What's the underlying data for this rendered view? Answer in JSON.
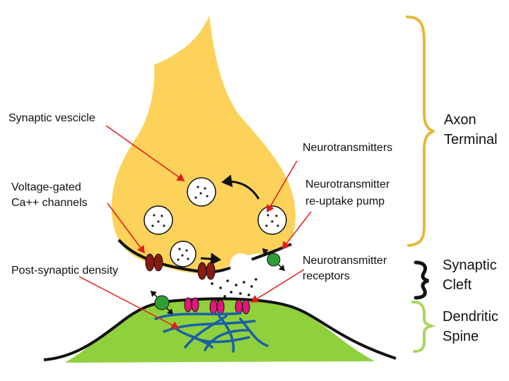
{
  "labels": {
    "synaptic_vesicle": "Synaptic vescicle",
    "voltage_gated_line1": "Voltage-gated",
    "voltage_gated_line2": "Ca++ channels",
    "post_synaptic_density": "Post-synaptic density",
    "neurotransmitters": "Neurotransmitters",
    "reuptake_line1": "Neurotransmitter",
    "reuptake_line2": "re-uptake pump",
    "receptors_line1": "Neurotransmitter",
    "receptors_line2": "receptors"
  },
  "brackets": {
    "axon_terminal_line1": "Axon",
    "axon_terminal_line2": "Terminal",
    "synaptic_cleft_line1": "Synaptic",
    "synaptic_cleft_line2": "Cleft",
    "dendritic_spine_line1": "Dendritic",
    "dendritic_spine_line2": "Spine"
  },
  "colors": {
    "axon_fill": "#fdd25a",
    "spine_fill": "#8fd13c",
    "bracket_axon": "#e8b73a",
    "bracket_cleft": "#111111",
    "bracket_spine": "#a7d85d",
    "arrow_red": "#e21b1b",
    "channel": "#8a1a10",
    "receptor": "#e0187a",
    "pump": "#2f9e36",
    "density": "#1b5fa8"
  }
}
